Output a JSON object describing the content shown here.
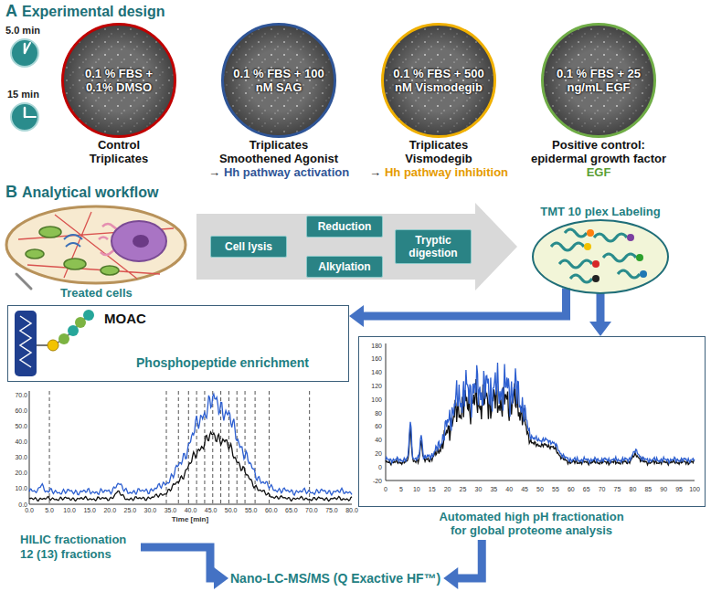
{
  "diagram": {
    "nodes": [
      {
        "text": [
          "0.1 % FBS + 0.1% DMSO",
          "Control Triplicates"
        ]
      },
      {
        "text": [
          "0.1 % FBS + 100 nM SAG",
          "Triplicates Smoothened Agonist",
          "→",
          "Hh pathway activation"
        ]
      },
      {
        "text": [
          "0.1 % FBS + 500 nM Vismodegib",
          "Triplicates Vismodegib",
          "→",
          "Hh pathway inhibition"
        ]
      },
      {
        "text": [
          "0.1 % FBS + 25 ng/mL EGF",
          "Positive control: epidermal growth factor",
          "EGF"
        ]
      },
      {
        "text": [
          "Cell lysis"
        ]
      },
      {
        "text": [
          "Reduction"
        ]
      },
      {
        "text": [
          "Alkylation"
        ]
      },
      {
        "text": [
          "Tryptic digestion"
        ]
      },
      {
        "text": [
          "TMT 10 plex Labeling"
        ]
      },
      {
        "text": [
          "MOAC",
          "Phosphopeptide enrichment"
        ]
      },
      {
        "text": [
          "HILIC fractionation 12 (13) fractions"
        ]
      },
      {
        "text": [
          "Automated high pH fractionation for global proteome analysis"
        ]
      },
      {
        "text": [
          "Nano-LC-MS/MS (Q Exactive HF™)"
        ]
      }
    ],
    "edges": [
      {
        "from": 8,
        "to": 9,
        "arrow": "to"
      },
      {
        "from": 8,
        "to": 11,
        "arrow": "to"
      },
      {
        "from": 10,
        "to": 12,
        "arrow": "to"
      },
      {
        "from": 11,
        "to": 12,
        "arrow": "to"
      }
    ],
    "labels": [
      "A",
      "Experimental design",
      "5.0 min",
      "15 min",
      "B",
      "Analytical workflow",
      "Treated cells",
      "70.0",
      "60.0",
      "50.0",
      "40.0",
      "30.0",
      "20.0",
      "10.0",
      "0.0",
      "0.0",
      "5.0",
      "10.0",
      "15.0",
      "20.0",
      "25.0",
      "30.0",
      "35.0",
      "40.0",
      "45.0",
      "50.0",
      "55.0",
      "60.0",
      "65.0",
      "70.0",
      "75.0",
      "80.0",
      "Time [min]",
      "180",
      "160",
      "140",
      "120",
      "100",
      "80",
      "60",
      "40",
      "20",
      "0",
      "-20",
      "0",
      "5",
      "10",
      "15",
      "20",
      "25",
      "30",
      "35",
      "40",
      "45",
      "50",
      "55",
      "60",
      "65",
      "70",
      "75",
      "80",
      "85",
      "90",
      "95",
      "100"
    ]
  }
}
